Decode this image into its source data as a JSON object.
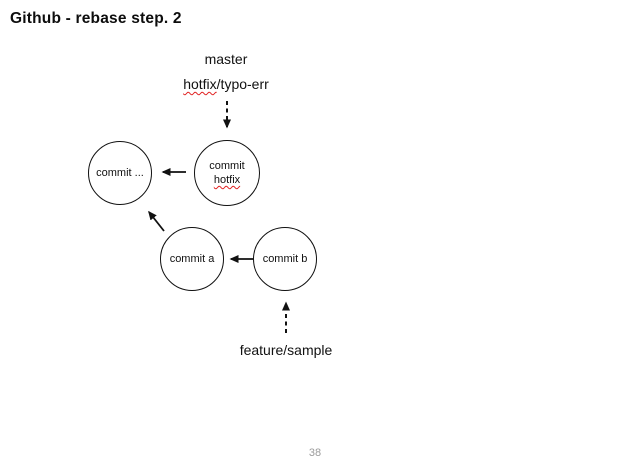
{
  "slide": {
    "title": "Github - rebase step. 2",
    "page_number": "38"
  },
  "colors": {
    "text": "#111111",
    "page_number": "#9b9b9b",
    "node_border": "#111111",
    "arrow": "#111111",
    "spellcheck_underline": "#e02020"
  },
  "diagram": {
    "labels": {
      "master": "master",
      "hotfix_branch": "hotfix",
      "hotfix_rest": "/typo-err",
      "feature": "feature/sample"
    },
    "nodes": [
      {
        "id": "commit-ellipsis",
        "label": "commit ..."
      },
      {
        "id": "commit-hotfix",
        "label_line1": "commit",
        "label_line2": "hotfix"
      },
      {
        "id": "commit-a",
        "label": "commit a"
      },
      {
        "id": "commit-b",
        "label": "commit b"
      }
    ],
    "edges": [
      {
        "from": "commit-hotfix",
        "to": "commit-ellipsis",
        "style": "solid"
      },
      {
        "from": "commit-a",
        "to": "commit-ellipsis",
        "style": "solid"
      },
      {
        "from": "commit-b",
        "to": "commit-a",
        "style": "solid"
      },
      {
        "from": "hotfix/typo-err-label",
        "to": "commit-hotfix",
        "style": "dashed"
      },
      {
        "from": "feature/sample-label",
        "to": "commit-b",
        "style": "dashed"
      }
    ]
  }
}
